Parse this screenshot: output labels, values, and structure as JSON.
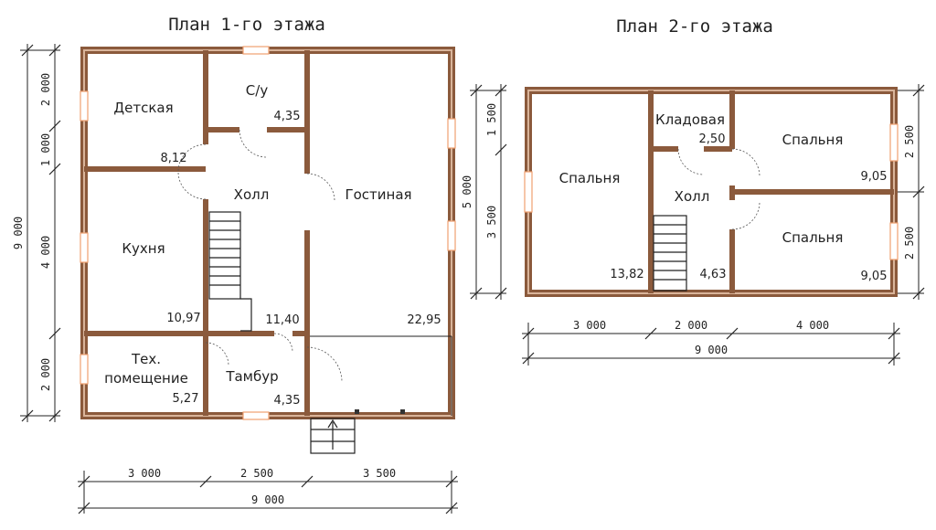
{
  "plan1": {
    "title": "План 1-го этажа",
    "rooms": {
      "detskaya": {
        "name": "Детская",
        "area": "8,12"
      },
      "su": {
        "name": "С/у",
        "area": "4,35"
      },
      "holl": {
        "name": "Холл",
        "area": "11,40"
      },
      "gostinaya": {
        "name": "Гостиная",
        "area": "22,95"
      },
      "kuhnya": {
        "name": "Кухня",
        "area": "10,97"
      },
      "teh": {
        "name_line1": "Тех.",
        "name_line2": "помещение",
        "area": "5,27"
      },
      "tambur": {
        "name": "Тамбур",
        "area": "4,35"
      }
    },
    "dims_bottom": [
      "3 000",
      "2 500",
      "3 500"
    ],
    "dim_total_bottom": "9 000",
    "dims_left": [
      "2 000",
      "1 000",
      "4 000",
      "2 000"
    ],
    "dim_total_left": "9 000"
  },
  "plan2": {
    "title": "План 2-го этажа",
    "rooms": {
      "spalnya_left": {
        "name": "Спальня",
        "area": "13,82"
      },
      "kladovaya": {
        "name": "Кладовая",
        "area": "2,50"
      },
      "holl": {
        "name": "Холл",
        "area": "4,63"
      },
      "spalnya_top": {
        "name": "Спальня",
        "area": "9,05"
      },
      "spalnya_bottom": {
        "name": "Спальня",
        "area": "9,05"
      }
    },
    "dims_bottom": [
      "3 000",
      "2 000",
      "4 000"
    ],
    "dim_total_bottom": "9 000",
    "dims_left": [
      "1 500",
      "3 500"
    ],
    "dim_total_left": "5 000",
    "dims_right": [
      "2 500",
      "2 500"
    ]
  }
}
